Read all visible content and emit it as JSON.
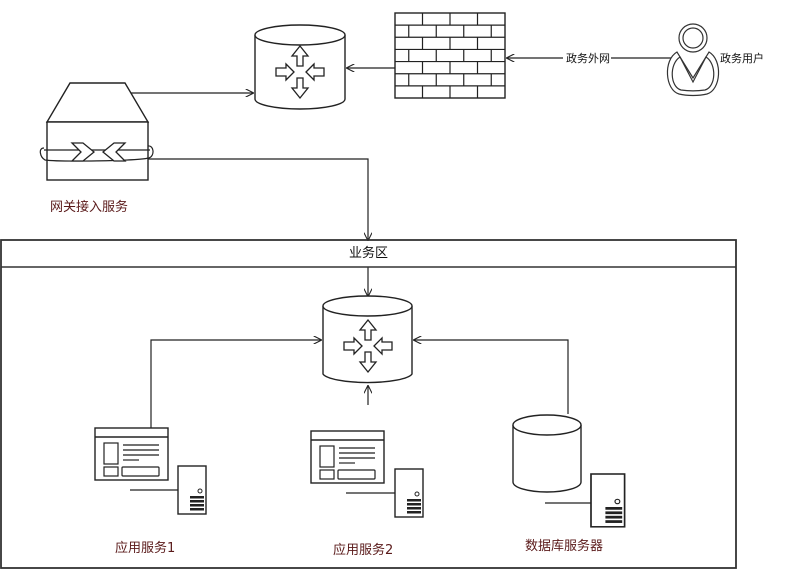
{
  "diagram": {
    "colors": {
      "stroke": "#222222",
      "label_dark": "#5a1a1a",
      "label_black": "#111111",
      "background": "#ffffff"
    },
    "nodes": [
      {
        "id": "gov-user",
        "label": "政务用户",
        "icon": "user-icon"
      },
      {
        "id": "firewall",
        "label": "",
        "icon": "firewall-icon"
      },
      {
        "id": "top-router",
        "label": "",
        "icon": "router-icon"
      },
      {
        "id": "gateway",
        "label": "网关接入服务",
        "icon": "gateway-switch-icon"
      },
      {
        "id": "zone-router",
        "label": "",
        "icon": "router-icon"
      },
      {
        "id": "app-service-1",
        "label": "应用服务1",
        "icon": "app-server-icon"
      },
      {
        "id": "app-service-2",
        "label": "应用服务2",
        "icon": "app-server-icon"
      },
      {
        "id": "db-server",
        "label": "数据库服务器",
        "icon": "database-server-icon"
      }
    ],
    "edges": [
      {
        "from": "gov-user",
        "to": "firewall",
        "label": "政务外网"
      },
      {
        "from": "firewall",
        "to": "top-router",
        "label": ""
      },
      {
        "from": "gateway",
        "to": "top-router",
        "label": ""
      },
      {
        "from": "gateway",
        "to": "zone-router",
        "label": ""
      },
      {
        "from": "app-service-1",
        "to": "zone-router",
        "label": ""
      },
      {
        "from": "app-service-2",
        "to": "zone-router",
        "label": ""
      },
      {
        "from": "db-server",
        "to": "zone-router",
        "label": ""
      }
    ],
    "zone": {
      "title": "业务区"
    }
  }
}
